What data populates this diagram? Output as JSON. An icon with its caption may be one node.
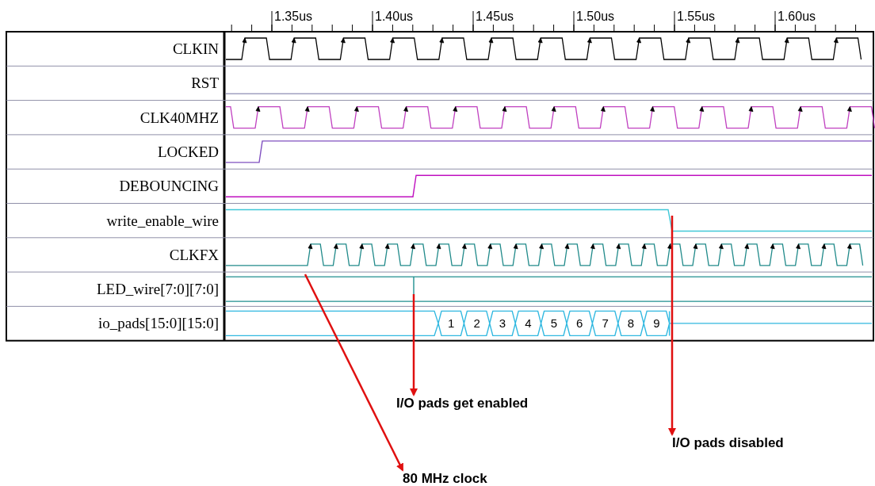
{
  "diagram": {
    "nodes": [
      {
        "text": [
          "I/O pads get enabled"
        ]
      },
      {
        "text": [
          "I/O pads disabled"
        ]
      },
      {
        "text": [
          "80 MHz clock"
        ]
      }
    ],
    "edges": [
      {
        "from": null,
        "to": 0,
        "arrow": "to",
        "color": "#e01010"
      },
      {
        "from": null,
        "to": 1,
        "arrow": "to",
        "color": "#e01010"
      },
      {
        "from": null,
        "to": 2,
        "arrow": "to",
        "color": "#e01010"
      }
    ],
    "labels": [
      "1.35us",
      "1.40us",
      "1.45us",
      "1.50us",
      "1.55us",
      "1.60us",
      "CLKIN",
      "RST",
      "CLK40MHZ",
      "LOCKED",
      "DEBOUNCING",
      "write_enable_wire",
      "CLKFX",
      "LED_wire[7:0][7:0]",
      "io_pads[15:0][15:0]",
      "1",
      "2",
      "3",
      "4",
      "5",
      "6",
      "7",
      "8",
      "9"
    ]
  }
}
